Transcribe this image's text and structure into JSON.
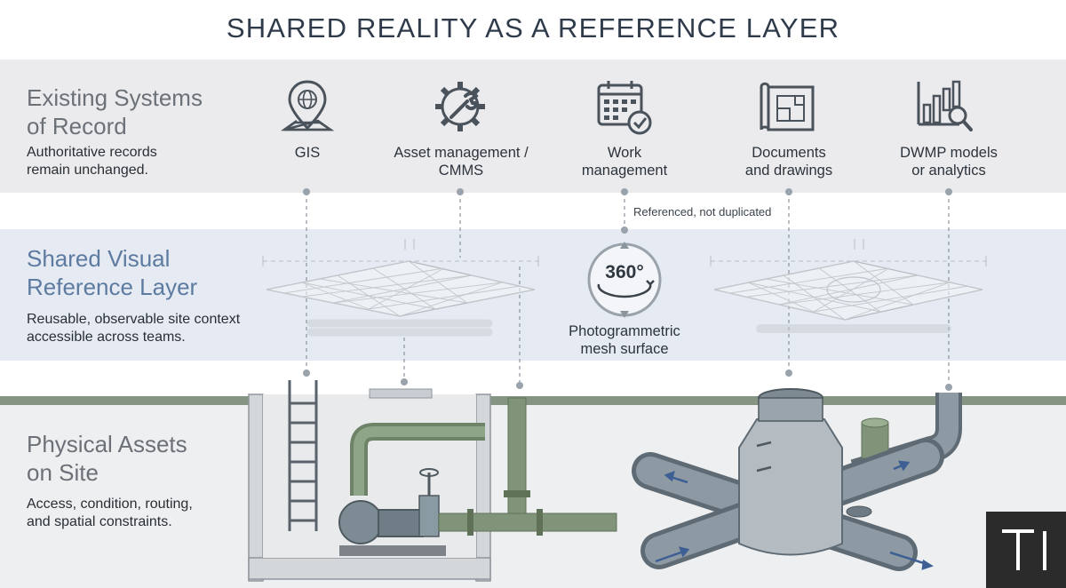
{
  "title": "SHARED REALITY AS A REFERENCE LAYER",
  "layers": {
    "systems": {
      "heading_line1": "Existing Systems",
      "heading_line2": "of Record",
      "desc_line1": "Authoritative records",
      "desc_line2": "remain unchanged."
    },
    "reference": {
      "heading_line1": "Shared Visual",
      "heading_line2": "Reference Layer",
      "desc_line1": "Reusable, observable site context",
      "desc_line2": "accessible across teams."
    },
    "physical": {
      "heading_line1": "Physical Assets",
      "heading_line2": "on Site",
      "desc_line1": "Access, condition, routing,",
      "desc_line2": "and spatial constraints."
    }
  },
  "systems": [
    {
      "line1": "GIS",
      "line2": "",
      "icon": "map-pin-globe-icon"
    },
    {
      "line1": "Asset management /",
      "line2": "CMMS",
      "icon": "gear-wrench-icon"
    },
    {
      "line1": "Work",
      "line2": "management",
      "icon": "calendar-check-icon"
    },
    {
      "line1": "Documents",
      "line2": "and drawings",
      "icon": "blueprint-icon"
    },
    {
      "line1": "DWMP models",
      "line2": "or analytics",
      "icon": "chart-magnifier-icon"
    }
  ],
  "connector_note": "Referenced, not duplicated",
  "mesh": {
    "badge": "360°",
    "label_line1": "Photogrammetric",
    "label_line2": "mesh surface"
  },
  "logo_text": "TI",
  "colors": {
    "band_top": "#ebebee",
    "band_mid": "#e6ebf3",
    "band_bottom": "#edeff0",
    "ground": "#869483",
    "pipe_green": "#7f9478",
    "pipe_grey": "#8a949c",
    "accent_blue": "#5d7ba0"
  }
}
